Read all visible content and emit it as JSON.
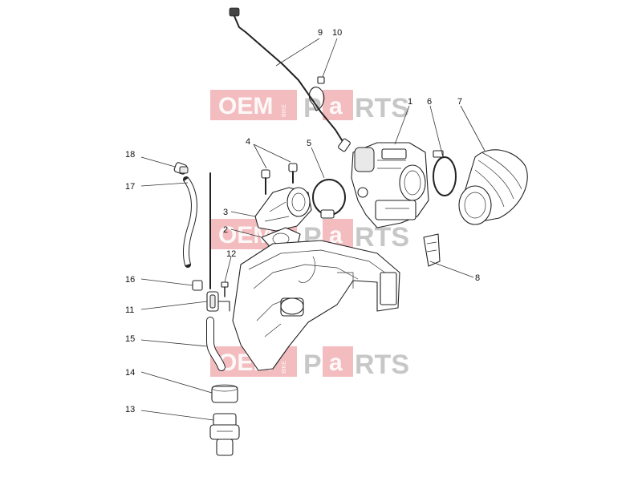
{
  "diagram": {
    "callouts": [
      "1",
      "2",
      "3",
      "4",
      "5",
      "6",
      "7",
      "8",
      "9",
      "10",
      "11",
      "12",
      "13",
      "14",
      "15",
      "16",
      "17",
      "18"
    ]
  },
  "watermark": {
    "word_oem": "OEM",
    "word_bike": "BIKE",
    "word_p": "P",
    "word_a": "a",
    "word_rts": "RTS"
  }
}
